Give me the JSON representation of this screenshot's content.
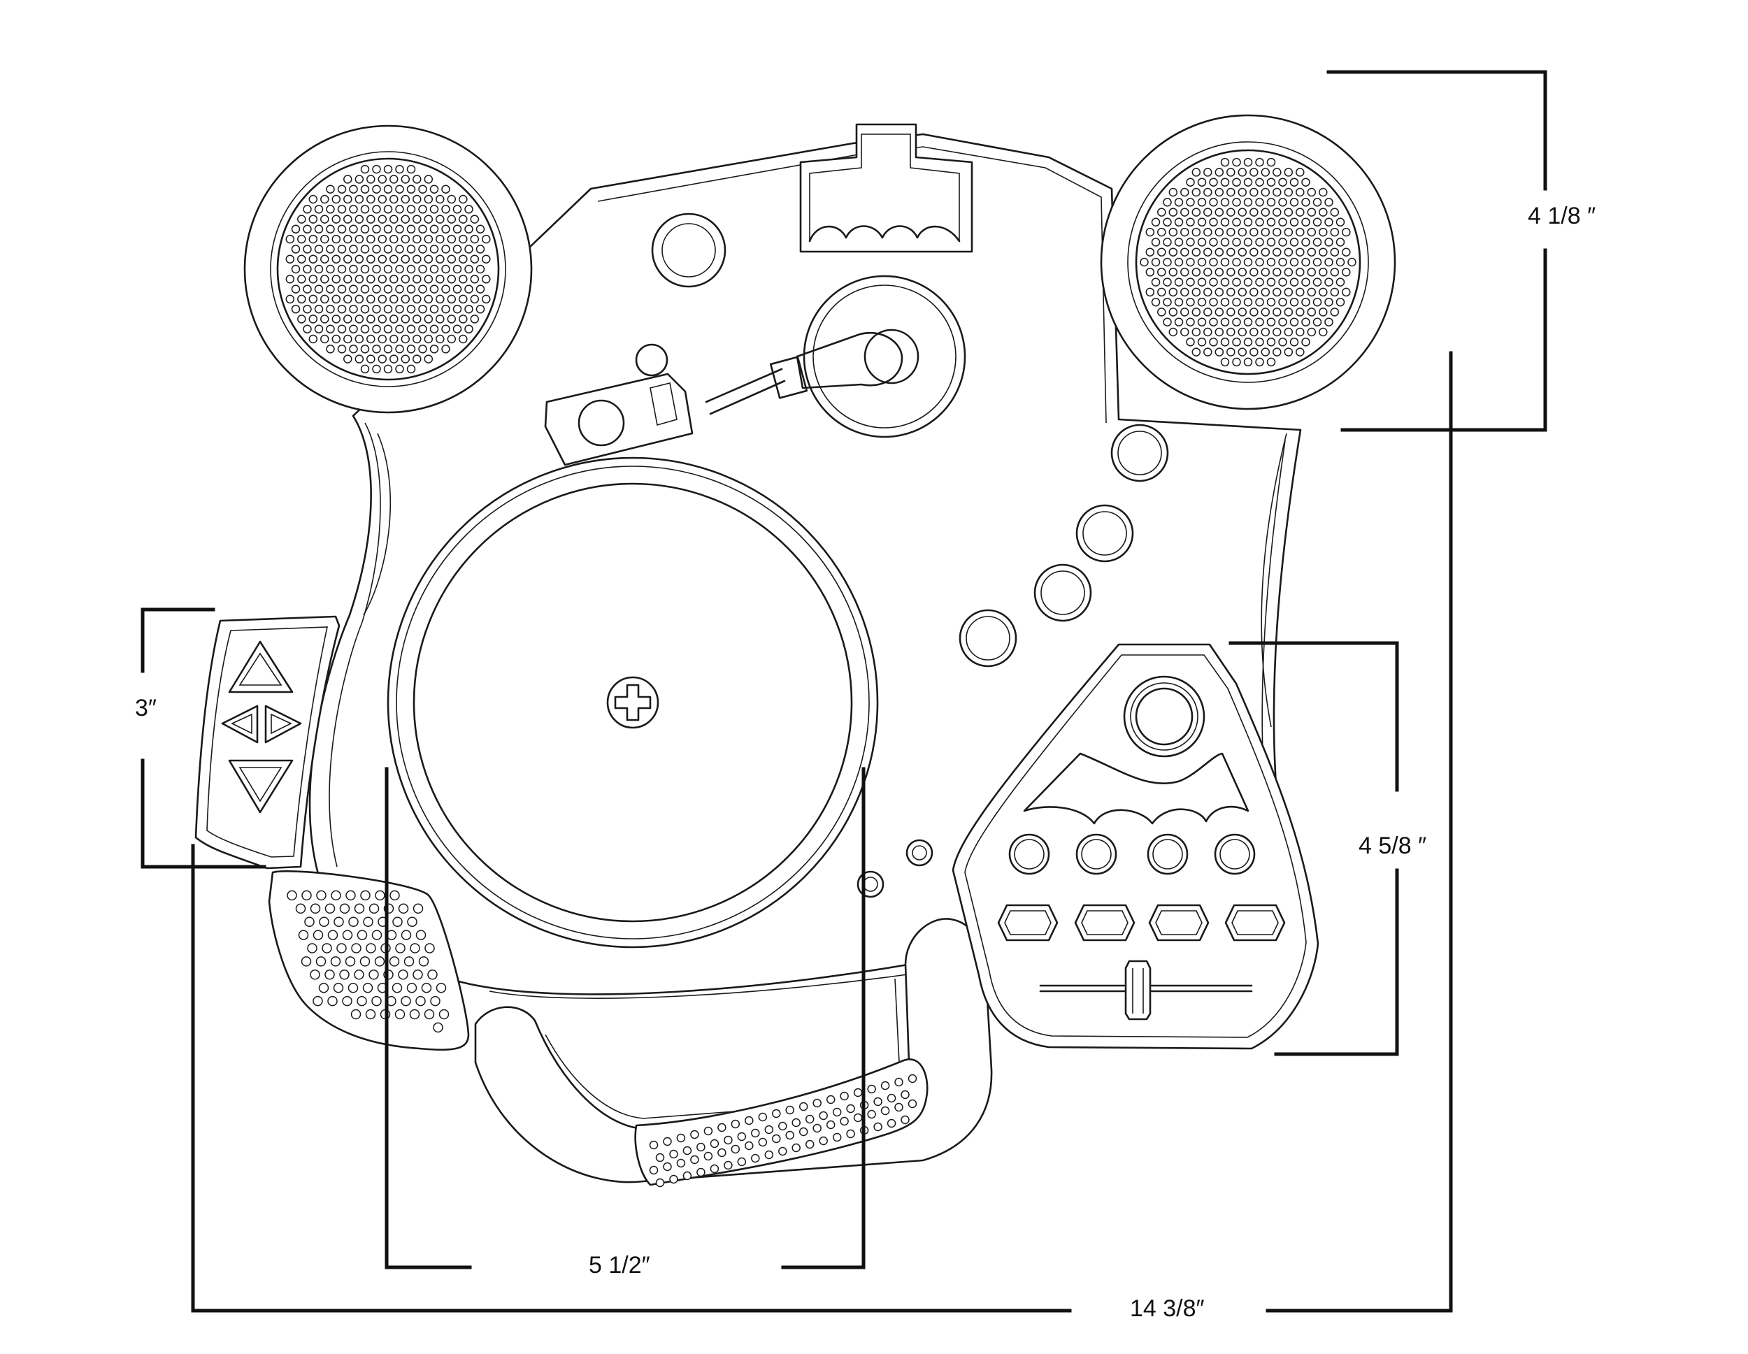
{
  "dimensions": {
    "speaker_height": "4 1/8 ″",
    "dpad_height": "3″",
    "turntable_width": "5 1/2″",
    "control_panel_height": "4 5/8 ″",
    "total_width": "14  3/8″"
  },
  "colors": {
    "line": "#1a1a1a",
    "background": "#ffffff"
  },
  "icons": [
    "plus-icon",
    "up-arrow-icon",
    "down-arrow-icon",
    "left-arrow-icon",
    "right-arrow-icon"
  ]
}
